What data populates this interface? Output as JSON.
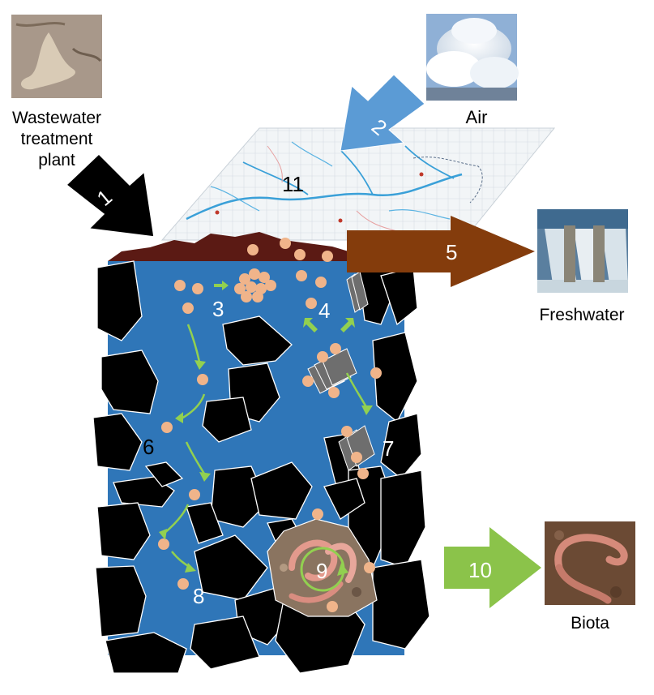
{
  "labels": {
    "wastewater_line1": "Wastewater",
    "wastewater_line2": "treatment",
    "wastewater_line3": "plant",
    "air": "Air",
    "freshwater": "Freshwater",
    "biota": "Biota"
  },
  "numbers": {
    "n1": "1",
    "n2": "2",
    "n3": "3",
    "n4": "4",
    "n5": "5",
    "n6": "6",
    "n7": "7",
    "n8": "8",
    "n9": "9",
    "n10": "10",
    "n11": "11"
  },
  "colors": {
    "water": "#2f76b8",
    "rock": "#000000",
    "particle": "#f0b48a",
    "sludge": "#5b1a14",
    "arrow_black": "#000000",
    "arrow_blue": "#5b9bd5",
    "arrow_brown": "#843c0c",
    "arrow_green": "#8bc34a",
    "flow_green": "#92d050"
  }
}
